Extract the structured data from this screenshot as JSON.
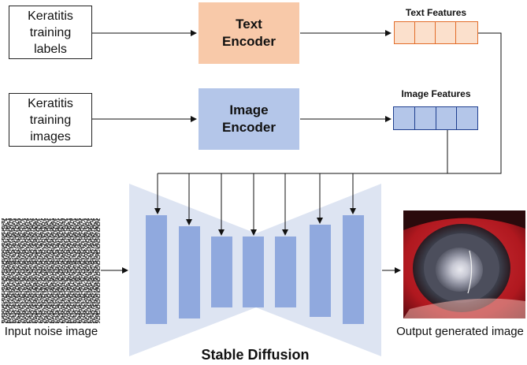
{
  "inputs": {
    "labels_text": "Keratitis\ntraining\nlabels",
    "images_text": "Keratitis\ntraining\nimages"
  },
  "encoders": {
    "text_encoder": "Text\nEncoder",
    "image_encoder": "Image\nEncoder"
  },
  "features": {
    "text_features_label": "Text Features",
    "image_features_label": "Image Features"
  },
  "unet": {
    "title": "Stable Diffusion"
  },
  "captions": {
    "input_noise": "Input noise image",
    "output_generated": "Output generated image"
  },
  "colors": {
    "text_encoder_fill": "#f8c9a9",
    "image_encoder_fill": "#b4c6e9",
    "text_feature_fill": "#fbe0cc",
    "text_feature_stroke": "#e26d2a",
    "image_feature_fill": "#b4c6e9",
    "image_feature_stroke": "#1f3f8f",
    "unet_background": "#dde4f2",
    "unet_block": "#90a9de"
  }
}
